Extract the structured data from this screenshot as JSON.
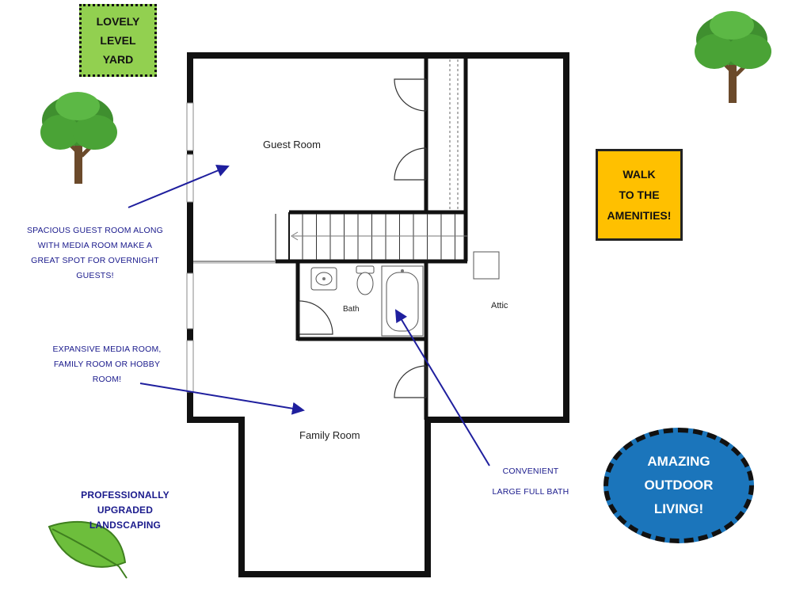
{
  "badges": {
    "yard": "LOVELY\nLEVEL\nYARD",
    "walk": "WALK\nTO THE\nAMENITIES!",
    "outdoor": "AMAZING\nOUTDOOR\nLIVING!"
  },
  "notes": {
    "guest": "SPACIOUS GUEST ROOM ALONG\nWITH MEDIA ROOM MAKE A\nGREAT SPOT FOR OVERNIGHT\nGUESTS!",
    "media": "EXPANSIVE MEDIA ROOM,\nFAMILY ROOM OR HOBBY\nROOM!",
    "bath": "CONVENIENT\nLARGE FULL BATH",
    "landscaping": "PROFESSIONALLY\nUPGRADED\nLANDSCAPING"
  },
  "rooms": {
    "guest": "Guest Room",
    "family": "Family Room",
    "bath": "Bath",
    "attic": "Attic"
  },
  "colors": {
    "yard_badge": "#92d050",
    "walk_badge": "#ffc000",
    "outdoor_badge": "#1b75bb",
    "annotation_text": "#1a1a8c",
    "arrow": "#1f1f9e",
    "wall": "#111111"
  },
  "icons": [
    "tree-icon",
    "leaf-icon"
  ]
}
